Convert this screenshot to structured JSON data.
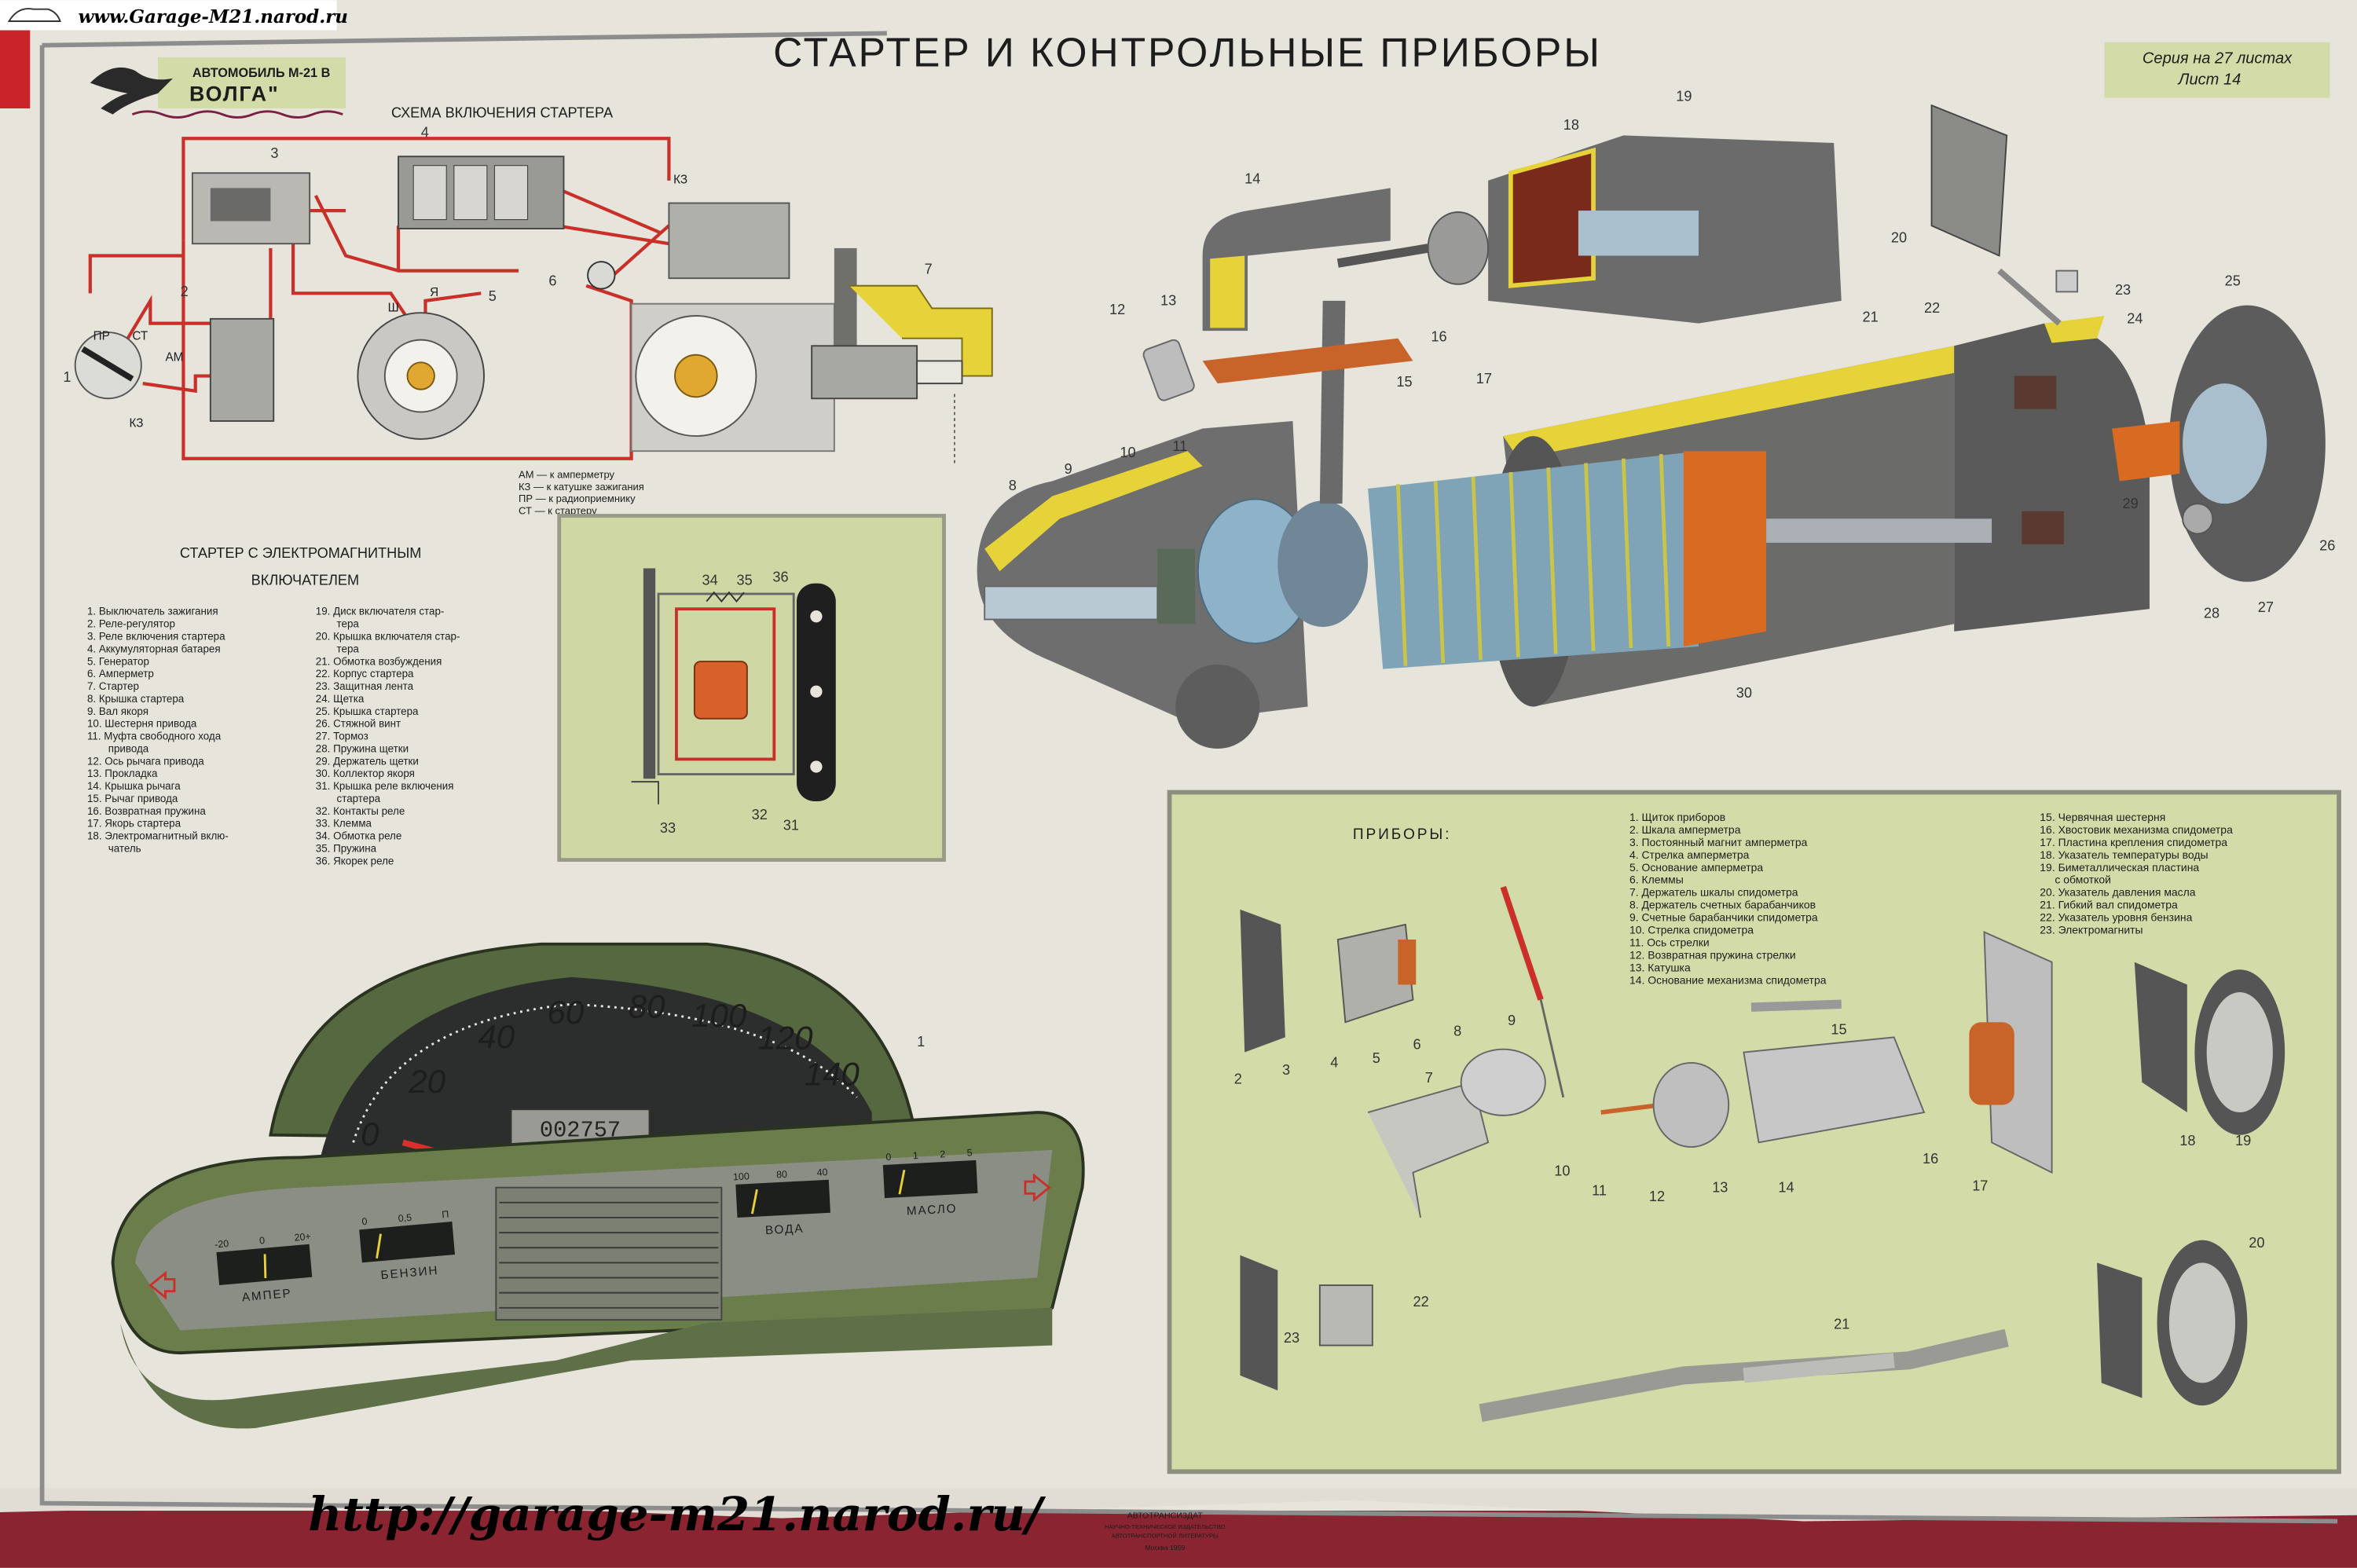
{
  "watermark_top": "www.Garage-M21.narod.ru",
  "watermark_bottom": "http://garage-m21.narod.ru/",
  "title": "СТАРТЕР И КОНТРОЛЬНЫЕ ПРИБОРЫ",
  "logo": {
    "line1": "АВТОМОБИЛЬ М-21 В",
    "line2": "ВОЛГА\""
  },
  "series": {
    "line1": "Серия на 27 листах",
    "line2": "Лист 14"
  },
  "wiring": {
    "title": "СХЕМА ВКЛЮЧЕНИЯ СТАРТЕРА",
    "callouts": [
      "3",
      "4",
      "2",
      "1",
      "5",
      "6",
      "7"
    ],
    "terminals": [
      "ПР",
      "СТ",
      "АМ",
      "КЗ",
      "Ш",
      "Я",
      "КЗ"
    ],
    "abbreviations": [
      "АМ — к амперметру",
      "КЗ — к катушке зажигания",
      "ПР — к радиоприемнику",
      "СТ — к стартеру"
    ]
  },
  "starter_section": {
    "title_line1": "СТАРТЕР С ЭЛЕКТРОМАГНИТНЫМ",
    "title_line2": "ВКЛЮЧАТЕЛЕМ",
    "parts_col1": [
      [
        "1. Выключатель зажигания"
      ],
      [
        "2. Реле-регулятор"
      ],
      [
        "3. Реле включения стартера"
      ],
      [
        "4. Аккумуляторная батарея"
      ],
      [
        "5. Генератор"
      ],
      [
        "6. Амперметр"
      ],
      [
        "7. Стартер"
      ],
      [
        "8. Крышка стартера"
      ],
      [
        "9. Вал якоря"
      ],
      [
        "10. Шестерня привода"
      ],
      [
        "11. Муфта свободного хода",
        "привода"
      ],
      [
        "12. Ось рычага привода"
      ],
      [
        "13. Прокладка"
      ],
      [
        "14. Крышка рычага"
      ],
      [
        "15. Рычаг привода"
      ],
      [
        "16. Возвратная пружина"
      ],
      [
        "17. Якорь стартера"
      ],
      [
        "18. Электромагнитный вклю-",
        "чатель"
      ]
    ],
    "parts_col2": [
      [
        "19. Диск включателя стар-",
        "тера"
      ],
      [
        "20. Крышка включателя стар-",
        "тера"
      ],
      [
        "21. Обмотка возбуждения"
      ],
      [
        "22. Корпус стартера"
      ],
      [
        "23. Защитная лента"
      ],
      [
        "24. Щетка"
      ],
      [
        "25. Крышка стартера"
      ],
      [
        "26. Стяжной винт"
      ],
      [
        "27. Тормоз"
      ],
      [
        "28. Пружина щетки"
      ],
      [
        "29. Держатель щетки"
      ],
      [
        "30. Коллектор якоря"
      ],
      [
        "31. Крышка реле включения",
        "стартера"
      ],
      [
        "32. Контакты реле"
      ],
      [
        "33. Клемма"
      ],
      [
        "34. Обмотка реле"
      ],
      [
        "35. Пружина"
      ],
      [
        "36. Якорек реле"
      ]
    ],
    "callouts": [
      "14",
      "19",
      "18",
      "20",
      "12",
      "13",
      "16",
      "15",
      "17",
      "21",
      "22",
      "23",
      "24",
      "25",
      "8",
      "9",
      "10",
      "11",
      "29",
      "26",
      "28",
      "27",
      "30"
    ],
    "relay_callouts": [
      "34",
      "35",
      "36",
      "33",
      "32",
      "31"
    ]
  },
  "instruments": {
    "title": "ПРИБОРЫ:",
    "parts_col1": [
      "1. Щиток приборов",
      "2. Шкала амперметра",
      "3. Постоянный магнит амперметра",
      "4. Стрелка амперметра",
      "5. Основание амперметра",
      "6. Клеммы",
      "7. Держатель шкалы спидометра",
      "8. Держатель счетных барабанчиков",
      "9. Счетные барабанчики спидометра",
      "10. Стрелка спидометра",
      "11. Ось стрелки",
      "12. Возвратная пружина стрелки",
      "13. Катушка",
      "14. Основание механизма спидометра"
    ],
    "parts_col2": [
      "15. Червячная шестерня",
      "16. Хвостовик механизма спидометра",
      "17. Пластина крепления спидометра",
      "18. Указатель температуры воды",
      "19. Биметаллическая пластина",
      "с обмоткой",
      "20. Указатель давления масла",
      "21. Гибкий вал спидометра",
      "22. Указатель уровня бензина",
      "23. Электромагниты"
    ],
    "callouts": [
      "2",
      "3",
      "4",
      "5",
      "6",
      "7",
      "8",
      "9",
      "10",
      "11",
      "12",
      "13",
      "14",
      "15",
      "16",
      "17",
      "18",
      "19",
      "20",
      "21",
      "22",
      "23"
    ]
  },
  "dashboard": {
    "callout": "1",
    "speed_scale": [
      "0",
      "20",
      "40",
      "60",
      "80",
      "100",
      "120",
      "140"
    ],
    "odometer": "002757",
    "gauges": [
      {
        "name": "АМПЕР",
        "scale": [
          "-20",
          "0",
          "20+"
        ]
      },
      {
        "name": "БЕНЗИН",
        "scale": [
          "0",
          "0,5",
          "П"
        ]
      },
      {
        "name": "ВОДА",
        "scale": [
          "100",
          "80",
          "40"
        ]
      },
      {
        "name": "МАСЛО",
        "scale": [
          "0",
          "1",
          "2",
          "5"
        ]
      }
    ]
  },
  "footer": {
    "publisher": "АВТОТРАНСИЗДАТ",
    "publisher_sub1": "НАУЧНО-ТЕХНИЧЕСКОЕ ИЗДАТЕЛЬСТВО",
    "publisher_sub2": "АВТОТРАНСПОРТНОЙ ЛИТЕРАТУРЫ",
    "city_year": "Москва 1959"
  },
  "colors": {
    "paper": "#e7e4dc",
    "panel_green": "#d3dca8",
    "wire_red": "#c9302a",
    "cutaway_yellow": "#e6d33a",
    "dash_green": "#5e7048"
  }
}
